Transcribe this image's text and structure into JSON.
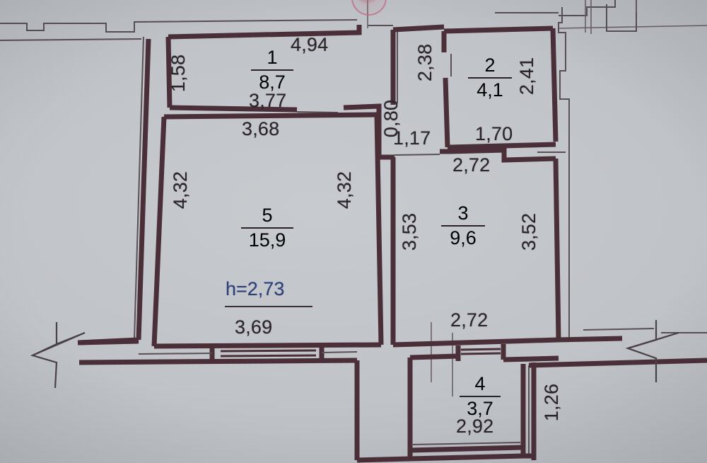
{
  "document": {
    "type": "apartment-floor-plan",
    "ceiling_height_note": "h=2,73",
    "stamp": "round-pink-stamp"
  },
  "palette": {
    "paper": "#c2c5c9",
    "wall_ink": "#4a2f38",
    "thin_ink": "#4a4248",
    "text_ink": "#2a2328",
    "note_ink": "#2d3f7a",
    "stamp_ink": "#c46c80"
  },
  "rooms": [
    {
      "number": "1",
      "area": "8,7"
    },
    {
      "number": "2",
      "area": "4,1"
    },
    {
      "number": "3",
      "area": "9,6"
    },
    {
      "number": "4",
      "area": "3,7"
    },
    {
      "number": "5",
      "area": "15,9"
    }
  ],
  "dimensions": {
    "room1_top": "4,94",
    "room1_left": "1,58",
    "room1_bottom_inner": "3,77",
    "room5_top": "3,68",
    "room5_left": "4,32",
    "room5_right": "4,32",
    "room5_bottom": "3,69",
    "room2_left": "2,38",
    "room2_right": "2,41",
    "room2_bottom": "1,70",
    "hall_width": "0,80",
    "hall_depth": "1,17",
    "room3_top": "2,72",
    "room3_left": "3,53",
    "room3_right": "3,52",
    "room3_bottom": "2,72",
    "room4_bottom": "2,92",
    "room4_right": "1,26"
  },
  "notes": {
    "ceiling": "h=2,73"
  }
}
